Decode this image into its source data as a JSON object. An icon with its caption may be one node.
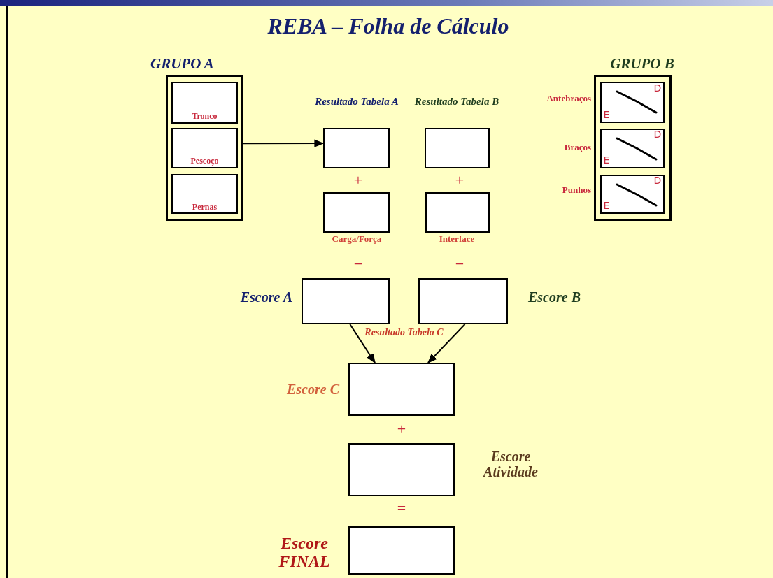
{
  "diagram": {
    "title": "REBA – Folha de Cálculo",
    "nodes": [
      {
        "text": [
          "GRUPO A"
        ]
      },
      {
        "text": [
          "Tronco"
        ],
        "in": 0
      },
      {
        "text": [
          "Pescoço"
        ],
        "in": 0
      },
      {
        "text": [
          "Pernas"
        ],
        "in": 0
      },
      {
        "text": [
          "GRUPO B"
        ]
      },
      {
        "text": [
          "D",
          "E"
        ],
        "in": 4,
        "beside": [
          "Antebraços"
        ]
      },
      {
        "text": [
          "D",
          "E"
        ],
        "in": 4,
        "beside": [
          "Braços"
        ]
      },
      {
        "text": [
          "D",
          "E"
        ],
        "in": 4,
        "beside": [
          "Punhos"
        ]
      },
      {
        "text": [
          "Resultado Tabela A"
        ]
      },
      {
        "text": [
          "Resultado Tabela B"
        ]
      },
      {
        "text": [
          "Carga/Força"
        ]
      },
      {
        "text": [
          "Interface"
        ]
      },
      {
        "text": [],
        "shape": "box",
        "beside": [
          "Escore A"
        ]
      },
      {
        "text": [],
        "shape": "box",
        "beside": [
          "Escore B"
        ]
      },
      {
        "text": [],
        "shape": "box",
        "beside": [
          "Escore C"
        ]
      },
      {
        "text": [],
        "shape": "box",
        "beside": [
          "Escore Atividade"
        ]
      },
      {
        "text": [],
        "shape": "box",
        "beside": [
          "Escore FINAL"
        ]
      }
    ],
    "edges": [
      {
        "from": 0,
        "to": 8,
        "arrow": "to"
      },
      {
        "from": 12,
        "to": 14,
        "arrow": "to"
      },
      {
        "from": 13,
        "to": 14,
        "arrow": "to"
      }
    ],
    "labels": [
      "+",
      "+",
      "=",
      "=",
      "Resultado Tabela C",
      "+",
      "="
    ]
  }
}
